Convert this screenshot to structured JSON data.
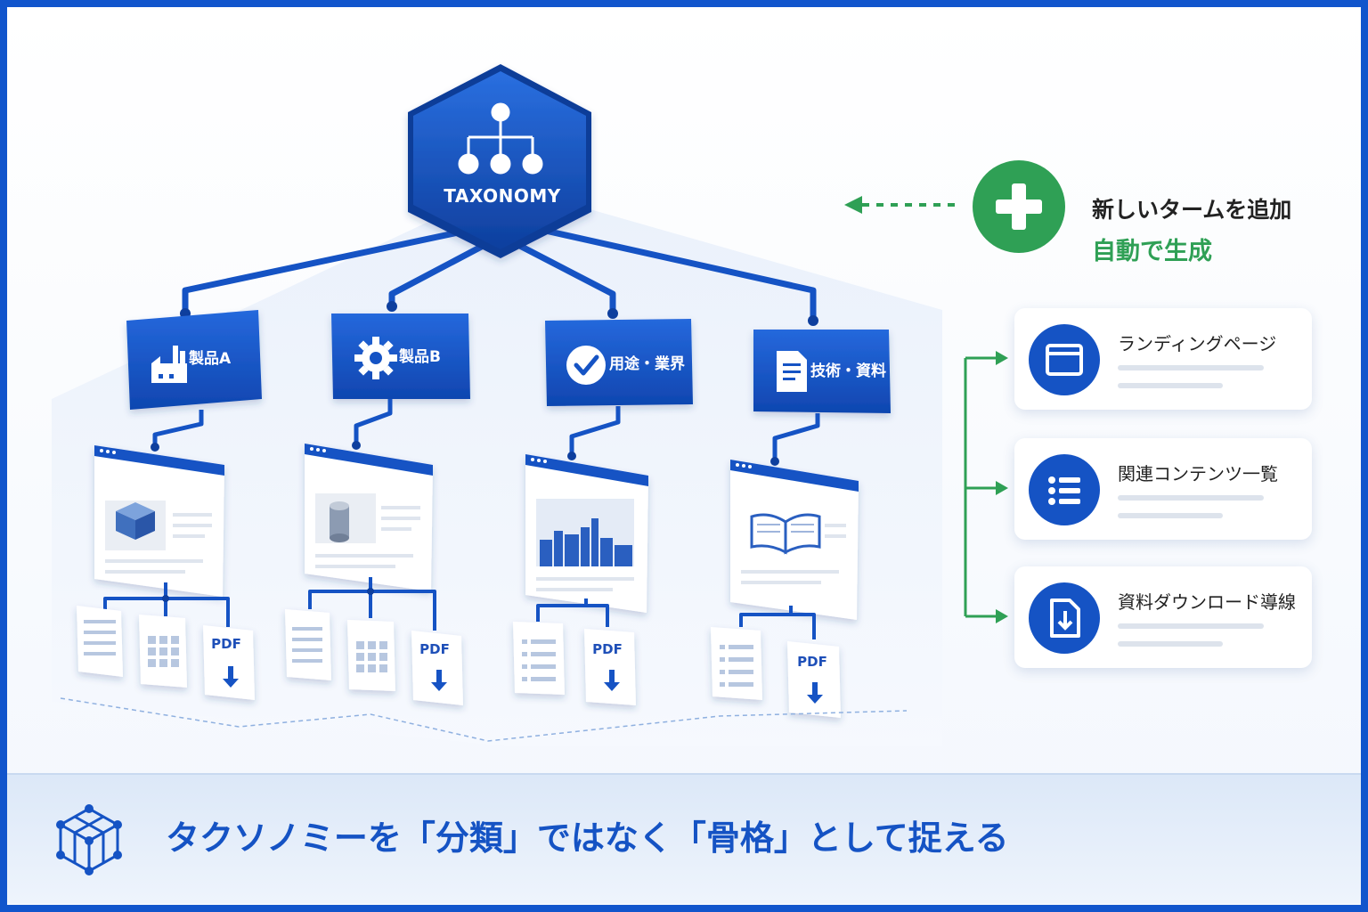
{
  "root": {
    "label": "TAXONOMY",
    "icon": "hierarchy-icon"
  },
  "categories": [
    {
      "label": "製品A",
      "icon": "factory-icon",
      "page_image": "product-box-image",
      "files": [
        "document-icon",
        "table-icon",
        "pdf-icon"
      ]
    },
    {
      "label": "製品B",
      "icon": "gear-icon",
      "page_image": "cylinder-image",
      "files": [
        "document-icon",
        "table-icon",
        "pdf-icon"
      ]
    },
    {
      "label": "用途・業界",
      "icon": "check-circle-icon",
      "page_image": "city-skyline-image",
      "files": [
        "list-doc-icon",
        "pdf-icon"
      ]
    },
    {
      "label": "技術・資料",
      "icon": "document-icon",
      "page_image": "open-book-image",
      "files": [
        "list-doc-icon",
        "pdf-icon"
      ]
    }
  ],
  "pdf_label": "PDF",
  "add_term": {
    "title": "新しいタームを追加",
    "subtitle": "自動で生成",
    "icon": "plus-icon"
  },
  "outputs": [
    {
      "title": "ランディングページ",
      "icon": "browser-window-icon"
    },
    {
      "title": "関連コンテンツ一覧",
      "icon": "list-icon"
    },
    {
      "title": "資料ダウンロード導線",
      "icon": "download-doc-icon"
    }
  ],
  "footer": {
    "text": "タクソノミーを「分類」ではなく「骨格」として捉える",
    "icon": "cube-network-icon"
  },
  "colors": {
    "primary": "#1553c4",
    "accent_green": "#2fa055",
    "connector": "#1553c4"
  }
}
